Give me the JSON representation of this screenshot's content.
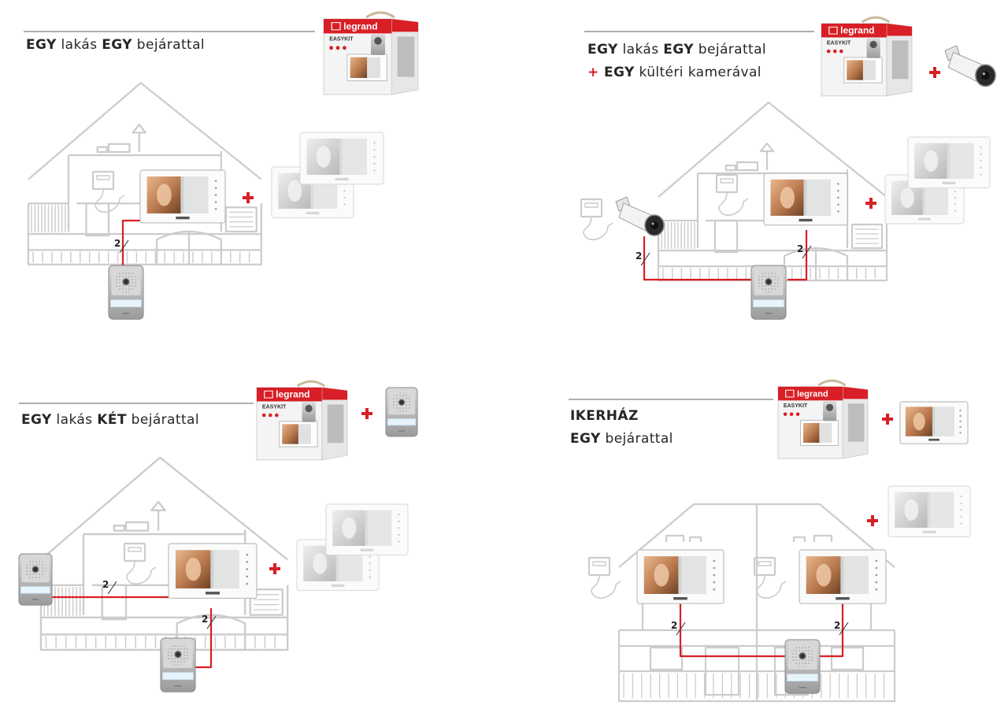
{
  "colors": {
    "accent": "#d81f26",
    "outline": "#cccccc",
    "text": "#262626",
    "wire": "#d81f26"
  },
  "icons": [
    "video-monitor-icon",
    "door-panel-icon",
    "kit-box-icon",
    "outdoor-camera-icon",
    "power-supply-icon",
    "plus-icon"
  ],
  "brand": "legrand",
  "kit_label": "EASYKIT",
  "wire_label": "2",
  "panels": [
    {
      "title_lines": [
        [
          {
            "t": "EGY",
            "b": true
          },
          {
            "t": " lakás ",
            "b": false
          },
          {
            "t": "EGY",
            "b": true
          },
          {
            "t": " bejárattal",
            "b": false
          }
        ]
      ]
    },
    {
      "title_lines": [
        [
          {
            "t": "EGY",
            "b": true
          },
          {
            "t": " lakás ",
            "b": false
          },
          {
            "t": "EGY",
            "b": true
          },
          {
            "t": " bejárattal",
            "b": false
          }
        ],
        [
          {
            "t": "+ ",
            "b": true,
            "red": true
          },
          {
            "t": "EGY",
            "b": true
          },
          {
            "t": " kültéri kamerával",
            "b": false
          }
        ]
      ]
    },
    {
      "title_lines": [
        [
          {
            "t": "EGY",
            "b": true
          },
          {
            "t": " lakás ",
            "b": false
          },
          {
            "t": "KÉT",
            "b": true
          },
          {
            "t": " bejárattal",
            "b": false
          }
        ]
      ]
    },
    {
      "title_lines": [
        [
          {
            "t": "IKERHÁZ",
            "b": true
          }
        ],
        [
          {
            "t": "EGY",
            "b": true
          },
          {
            "t": " bejárattal",
            "b": false
          }
        ]
      ]
    }
  ]
}
